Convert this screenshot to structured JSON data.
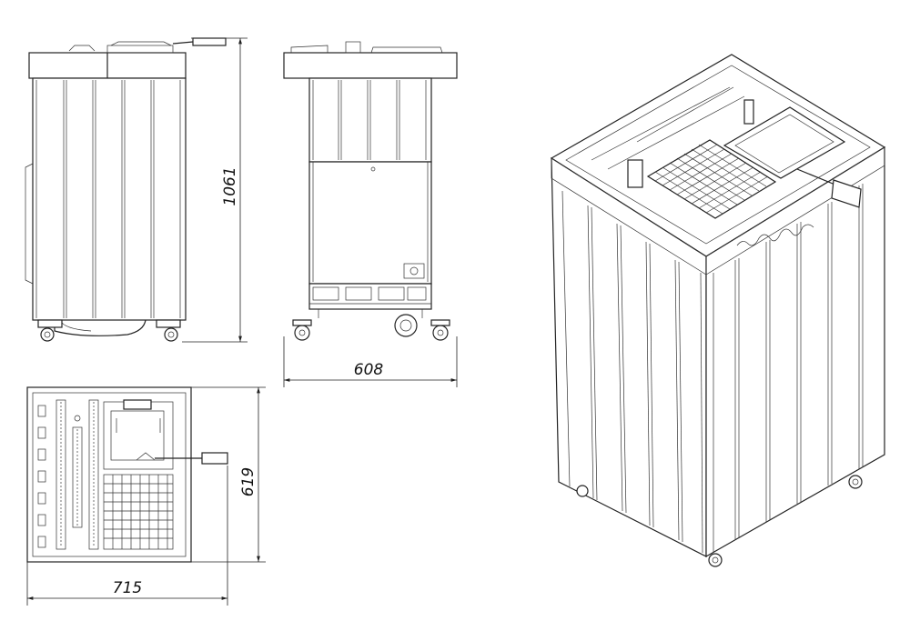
{
  "dimensions": {
    "height": "1061",
    "depth": "608",
    "width": "715",
    "top_depth": "619"
  }
}
